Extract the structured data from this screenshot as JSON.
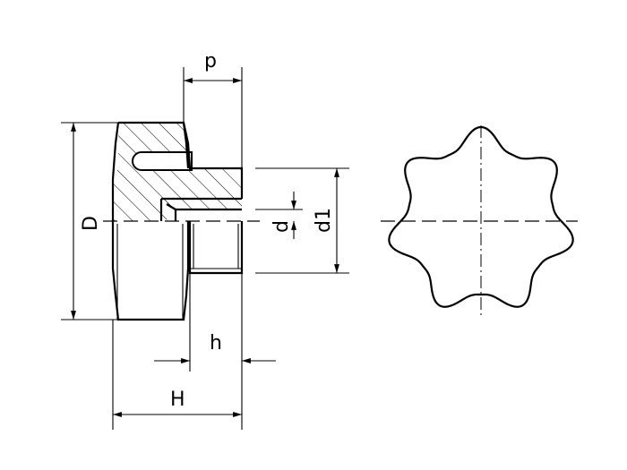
{
  "labels": {
    "p": "p",
    "D": "D",
    "d": "d",
    "d1": "d1",
    "h": "h",
    "H": "H"
  }
}
